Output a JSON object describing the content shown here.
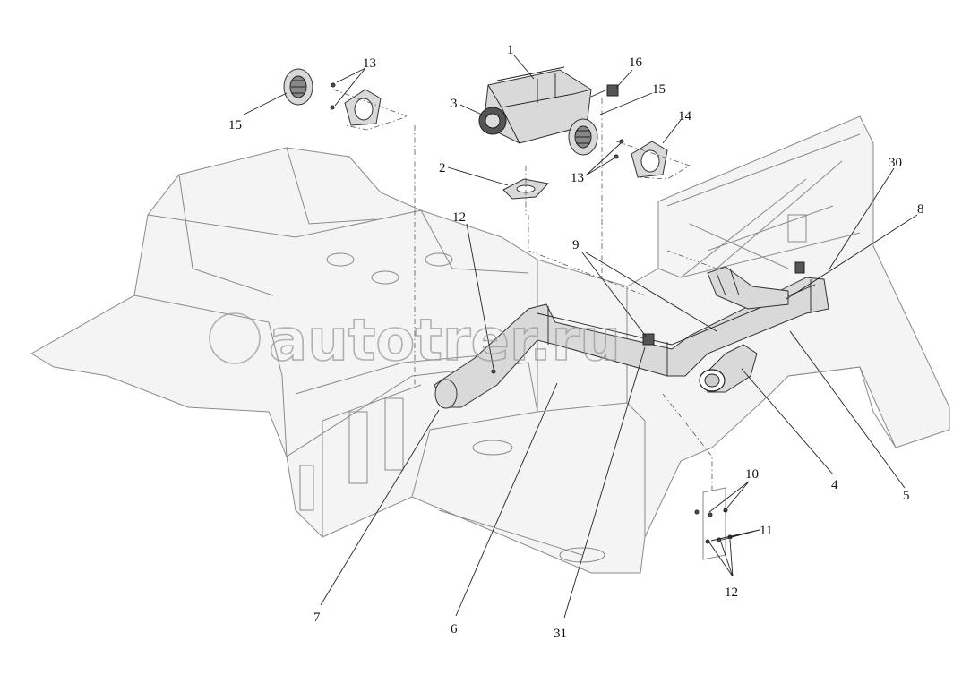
{
  "watermark": "autotrer.ru",
  "callouts": [
    {
      "id": "c1",
      "text": "1"
    },
    {
      "id": "c16",
      "text": "16"
    },
    {
      "id": "c15a",
      "text": "15"
    },
    {
      "id": "c3",
      "text": "3"
    },
    {
      "id": "c14",
      "text": "14"
    },
    {
      "id": "c13a",
      "text": "13"
    },
    {
      "id": "c15b",
      "text": "15"
    },
    {
      "id": "c2",
      "text": "2"
    },
    {
      "id": "c13b",
      "text": "13"
    },
    {
      "id": "c12a",
      "text": "12"
    },
    {
      "id": "c9",
      "text": "9"
    },
    {
      "id": "c30",
      "text": "30"
    },
    {
      "id": "c8",
      "text": "8"
    },
    {
      "id": "c4",
      "text": "4"
    },
    {
      "id": "c5",
      "text": "5"
    },
    {
      "id": "c10",
      "text": "10"
    },
    {
      "id": "c11",
      "text": "11"
    },
    {
      "id": "c12b",
      "text": "12"
    },
    {
      "id": "c7",
      "text": "7"
    },
    {
      "id": "c6",
      "text": "6"
    },
    {
      "id": "c31",
      "text": "31"
    }
  ]
}
